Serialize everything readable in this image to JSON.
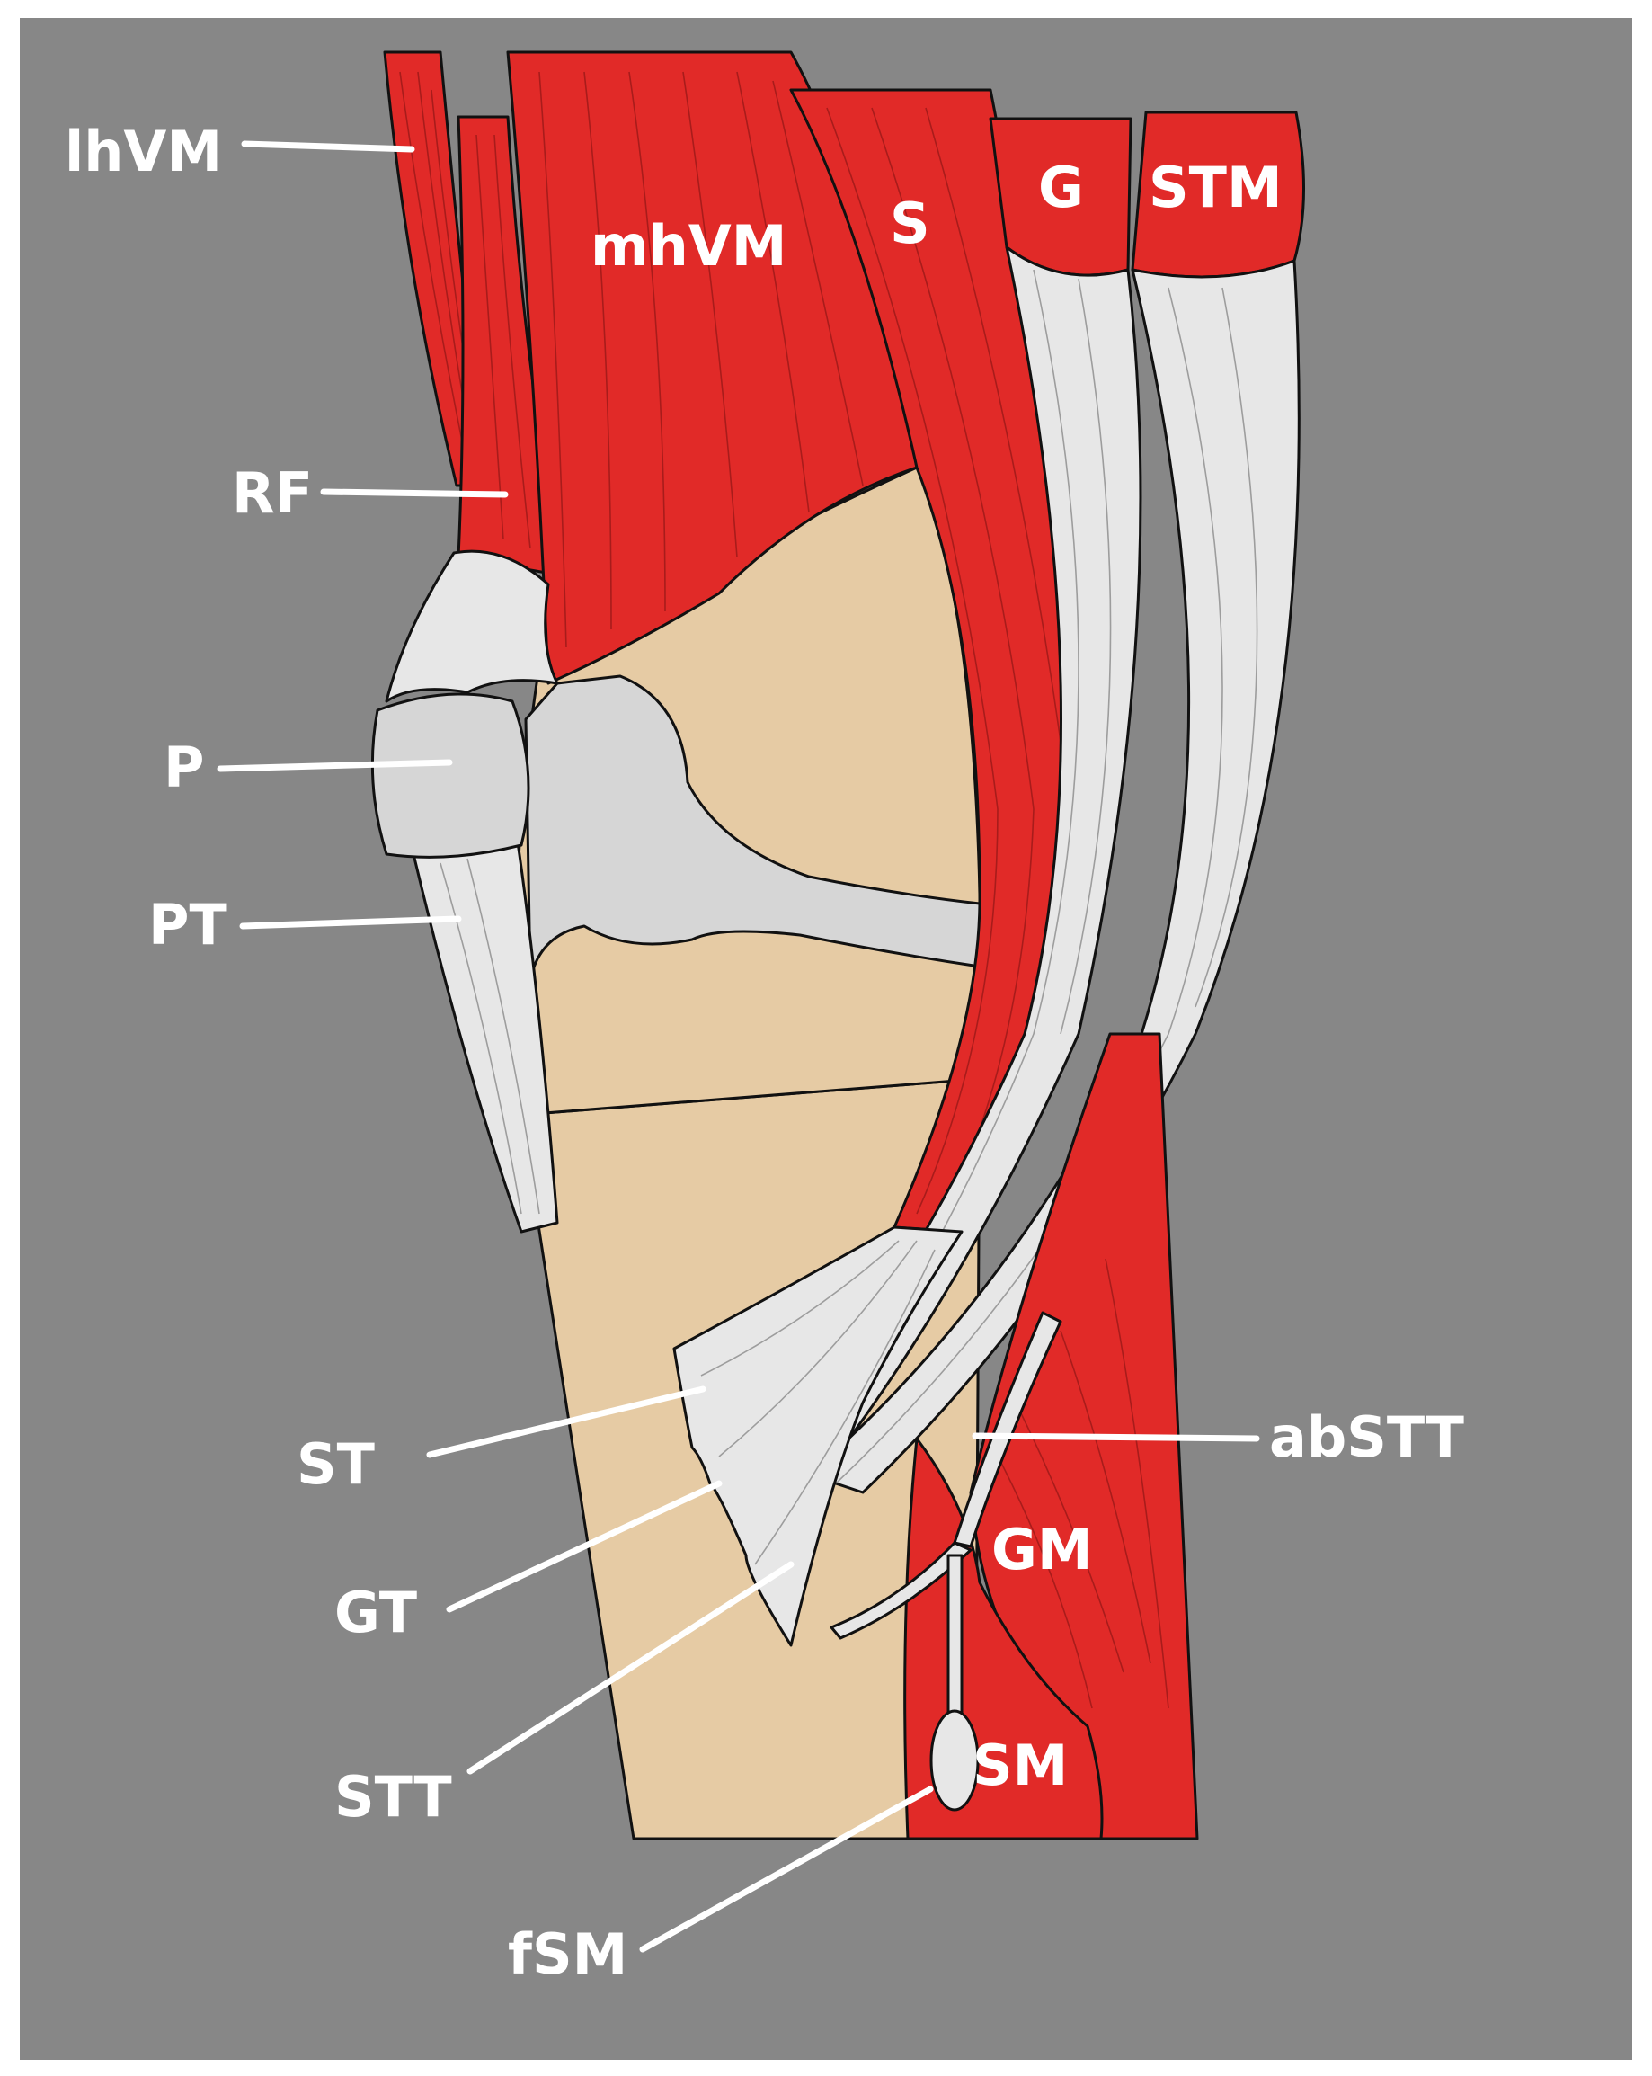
{
  "figure": {
    "colors": {
      "background": "#878787",
      "frame": "#ffffff",
      "muscle": "#e12a28",
      "tendon": "#e7e7e7",
      "bone": "#e6cba4",
      "cartilage": "#d6d6d6",
      "text": "#ffffff"
    },
    "labels": {
      "lhVM": "lhVM",
      "mhVM": "mhVM",
      "S": "S",
      "G": "G",
      "STM": "STM",
      "RF": "RF",
      "P": "P",
      "PT": "PT",
      "ST": "ST",
      "GT": "GT",
      "STT": "STT",
      "abSTT": "abSTT",
      "GM": "GM",
      "SM": "SM",
      "fSM": "fSM"
    }
  }
}
